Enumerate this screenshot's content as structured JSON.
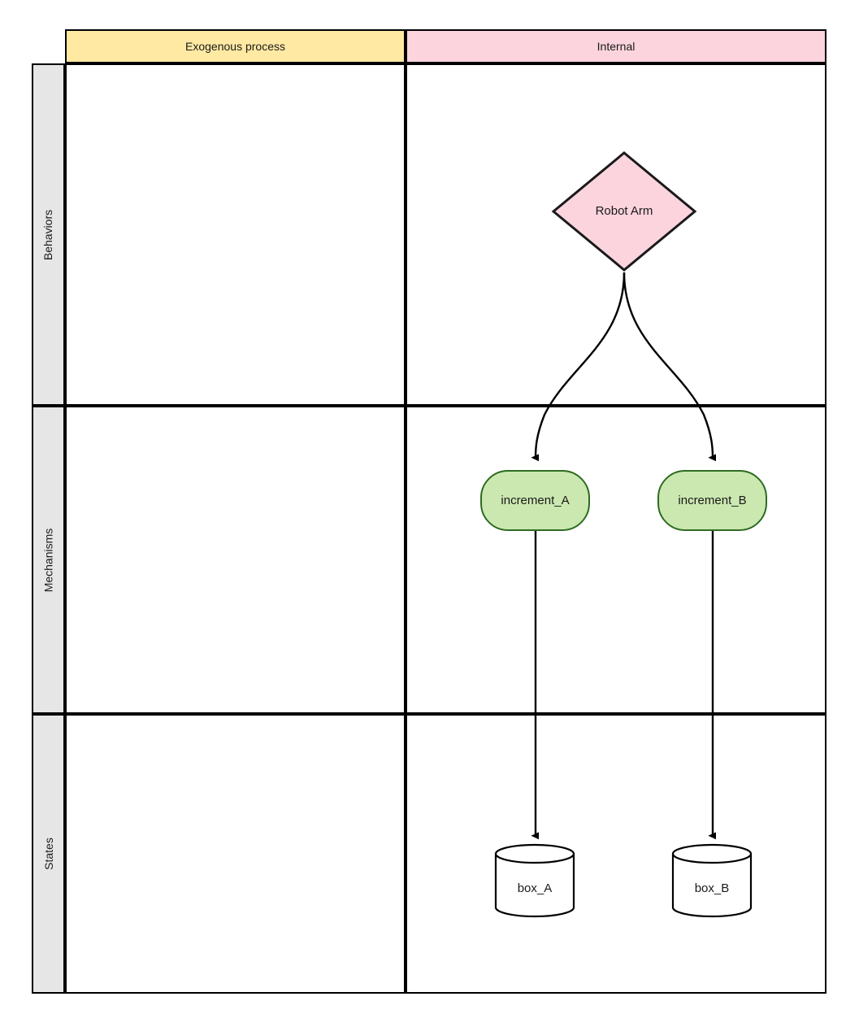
{
  "diagram": {
    "type": "swimlane-matrix-flow",
    "columns": [
      {
        "id": "exogenous",
        "label": "Exogenous process",
        "color": "#ffe9a3"
      },
      {
        "id": "internal",
        "label": "Internal",
        "color": "#fbd4de"
      }
    ],
    "rows": [
      {
        "id": "behaviors",
        "label": "Behaviors",
        "color": "#e6e6e6"
      },
      {
        "id": "mechanisms",
        "label": "Mechanisms",
        "color": "#e6e6e6"
      },
      {
        "id": "states",
        "label": "States",
        "color": "#e6e6e6"
      }
    ],
    "nodes": [
      {
        "id": "robot_arm",
        "label": "Robot Arm",
        "shape": "diamond",
        "row": "behaviors",
        "column": "internal",
        "fill": "#fbd4de",
        "stroke": "#1a1a1a"
      },
      {
        "id": "increment_a",
        "label": "increment_A",
        "shape": "rounded-rectangle",
        "row": "mechanisms",
        "column": "internal",
        "fill": "#cbe8b0",
        "stroke": "#2e6b22"
      },
      {
        "id": "increment_b",
        "label": "increment_B",
        "shape": "rounded-rectangle",
        "row": "mechanisms",
        "column": "internal",
        "fill": "#cbe8b0",
        "stroke": "#2e6b22"
      },
      {
        "id": "box_a",
        "label": "box_A",
        "shape": "cylinder",
        "row": "states",
        "column": "internal",
        "fill": "#ffffff",
        "stroke": "#1a1a1a"
      },
      {
        "id": "box_b",
        "label": "box_B",
        "shape": "cylinder",
        "row": "states",
        "column": "internal",
        "fill": "#ffffff",
        "stroke": "#1a1a1a"
      }
    ],
    "edges": [
      {
        "id": "e1",
        "from": "robot_arm",
        "to": "increment_a",
        "style": "curved",
        "arrow": "filled-triangle"
      },
      {
        "id": "e2",
        "from": "robot_arm",
        "to": "increment_b",
        "style": "curved",
        "arrow": "filled-triangle"
      },
      {
        "id": "e3",
        "from": "increment_a",
        "to": "box_a",
        "style": "straight",
        "arrow": "filled-triangle"
      },
      {
        "id": "e4",
        "from": "increment_b",
        "to": "box_b",
        "style": "straight",
        "arrow": "filled-triangle"
      }
    ]
  }
}
